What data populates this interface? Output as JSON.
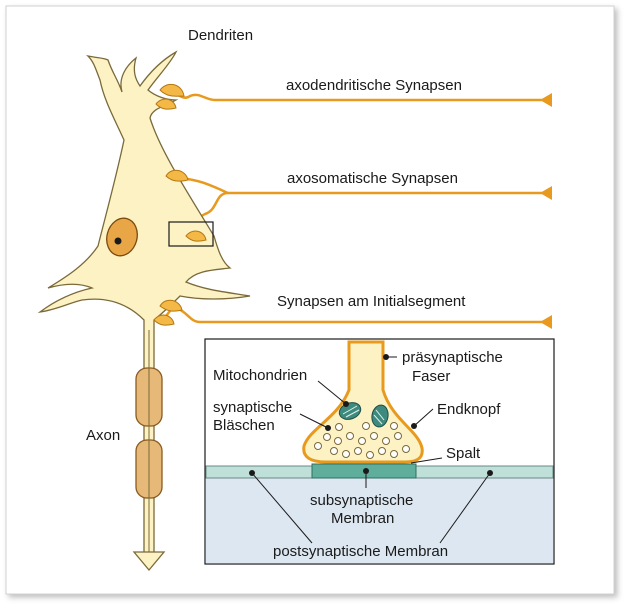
{
  "labels": {
    "dendriten": "Dendriten",
    "axodendritisch": "axodendritische Synapsen",
    "axosomatisch": "axosomatische Synapsen",
    "initialsegment": "Synapsen am Initialsegment",
    "axon": "Axon",
    "mitochondrien": "Mitochondrien",
    "synaptische": "synaptische",
    "blaeschen": "Bläschen",
    "praesynaptische": "präsynaptische",
    "faser": "Faser",
    "endknopf": "Endknopf",
    "spalt": "Spalt",
    "subsynaptische": "subsynaptische",
    "membran": "Membran",
    "postsynaptische_membran": "postsynaptische Membran"
  },
  "colors": {
    "neuron_fill": "#fdf2c4",
    "neuron_stroke": "#7a6a3a",
    "fiber": "#e89a1e",
    "myelin": "#e7b978",
    "nucleus": "#e9a646",
    "membrane": "#bfe0d8",
    "subsynaptic": "#5fae9c",
    "postsynaptic_bg": "#dde7f1",
    "mitochondria": "#3f8a7e"
  }
}
